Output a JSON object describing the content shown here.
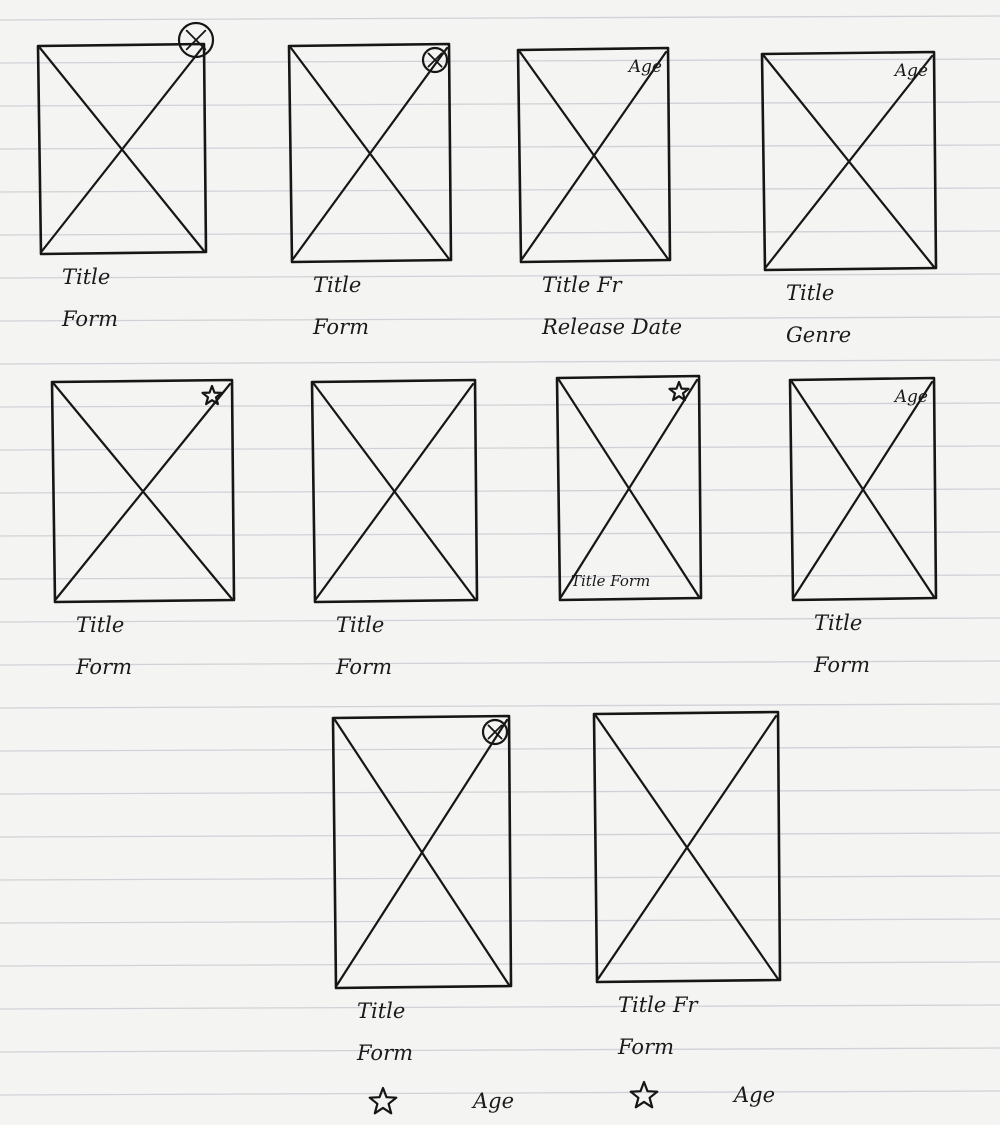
{
  "sheet": {
    "paper_color": "#f4f4f2",
    "rule_color": "#cfd2d6",
    "ink_color": "#161616"
  },
  "cards": [
    {
      "badge": "circle-x-icon",
      "badge_text": "",
      "lines": [
        "Title",
        "Form"
      ]
    },
    {
      "badge": "circle-x-icon",
      "badge_text": "",
      "lines": [
        "Title",
        "Form"
      ]
    },
    {
      "badge": "text",
      "badge_text": "Age",
      "lines": [
        "Title Fr",
        "Release Date"
      ]
    },
    {
      "badge": "text",
      "badge_text": "Age",
      "lines": [
        "Title",
        "Genre"
      ]
    },
    {
      "badge": "star-icon",
      "badge_text": "",
      "lines": [
        "Title",
        "Form"
      ]
    },
    {
      "badge": "none",
      "badge_text": "",
      "lines": [
        "Title",
        "Form"
      ]
    },
    {
      "badge": "star-icon",
      "badge_text": "",
      "lines": [
        "Title Form"
      ]
    },
    {
      "badge": "text",
      "badge_text": "Age",
      "lines": [
        "Title",
        "Form"
      ]
    },
    {
      "badge": "circle-x-icon",
      "badge_text": "",
      "lines": [
        "Title",
        "Form"
      ],
      "footer": {
        "icon": "star-icon",
        "text": "Age"
      }
    },
    {
      "badge": "none",
      "badge_text": "",
      "lines": [
        "Title Fr",
        "Form"
      ],
      "footer": {
        "icon": "star-icon",
        "text": "Age"
      }
    }
  ]
}
